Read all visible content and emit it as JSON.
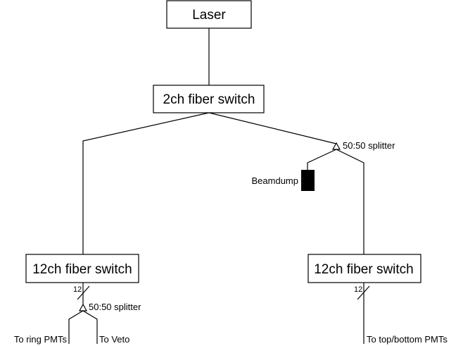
{
  "nodes": {
    "laser": "Laser",
    "switch_2ch": "2ch fiber switch",
    "switch_12ch_left": "12ch fiber switch",
    "switch_12ch_right": "12ch fiber switch"
  },
  "splitters": {
    "top": "50:50 splitter",
    "bottom": "50:50 splitter"
  },
  "beamdump": "Beamdump",
  "bundles": {
    "left": "12",
    "right": "12"
  },
  "outputs": {
    "ring": "To ring PMTs",
    "veto": "To Veto",
    "top_bottom": "To top/bottom PMTs"
  },
  "colors": {
    "line": "#000000",
    "box_fill": "#ffffff",
    "beamdump_fill": "#000000"
  }
}
